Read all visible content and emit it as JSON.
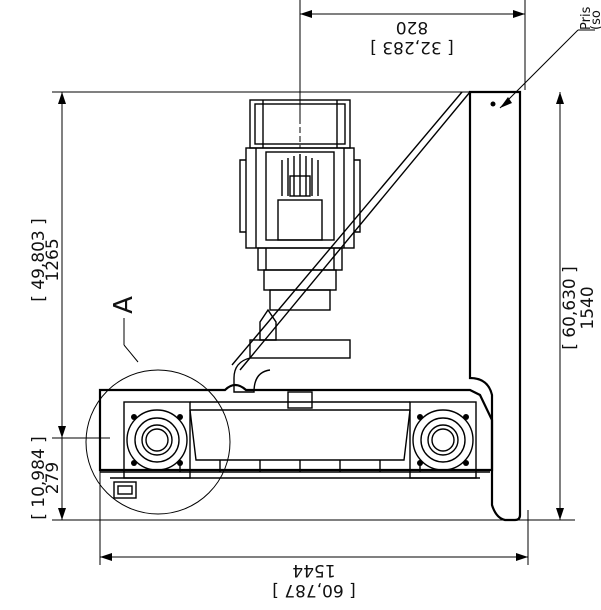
{
  "dimensions": {
    "top_width_mm": "820",
    "top_width_in": "[ 32,283 ]",
    "bottom_width_mm": "1544",
    "bottom_width_in": "[ 60,787 ]",
    "left_height_mm": "1265",
    "left_height_in": "[ 49,803 ]",
    "left_base_mm": "279",
    "left_base_in": "[ 10,984 ]",
    "right_height_mm": "1540",
    "right_height_in": "[ 60,630 ]"
  },
  "labels": {
    "detail_label": "A",
    "prism_note_line1": "Pris",
    "prism_note_line2": "(so"
  }
}
